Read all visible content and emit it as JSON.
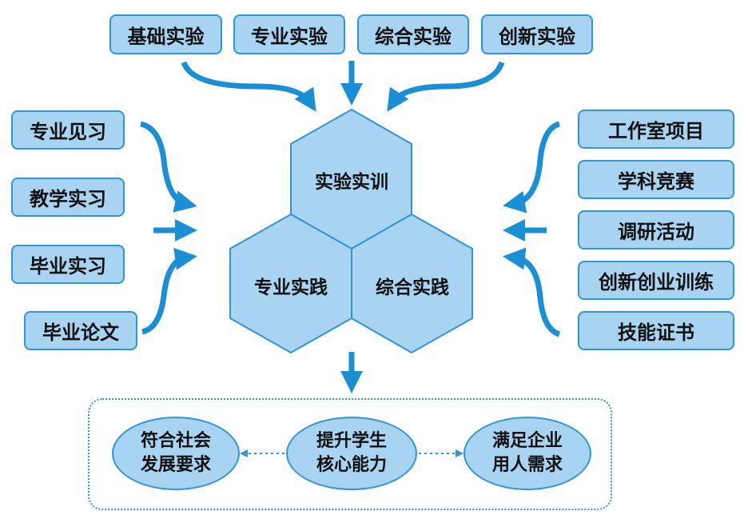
{
  "top_items": [
    "基础实验",
    "专业实验",
    "综合实验",
    "创新实验"
  ],
  "left_items": [
    "专业见习",
    "教学实习",
    "毕业实习",
    "毕业论文"
  ],
  "right_items": [
    "工作室项目",
    "学科竞赛",
    "调研活动",
    "创新创业训练",
    "技能证书"
  ],
  "center": {
    "top": "实验实训",
    "left": "专业实践",
    "right": "综合实践"
  },
  "outcomes": {
    "left": [
      "符合社会",
      "发展要求"
    ],
    "middle": [
      "提升学生",
      "核心能力"
    ],
    "right": [
      "满足企业",
      "用人需求"
    ]
  },
  "colors": {
    "fill": "#a8d4f2",
    "stroke": "#2f95d6",
    "arrow": "#1a8fd6"
  }
}
